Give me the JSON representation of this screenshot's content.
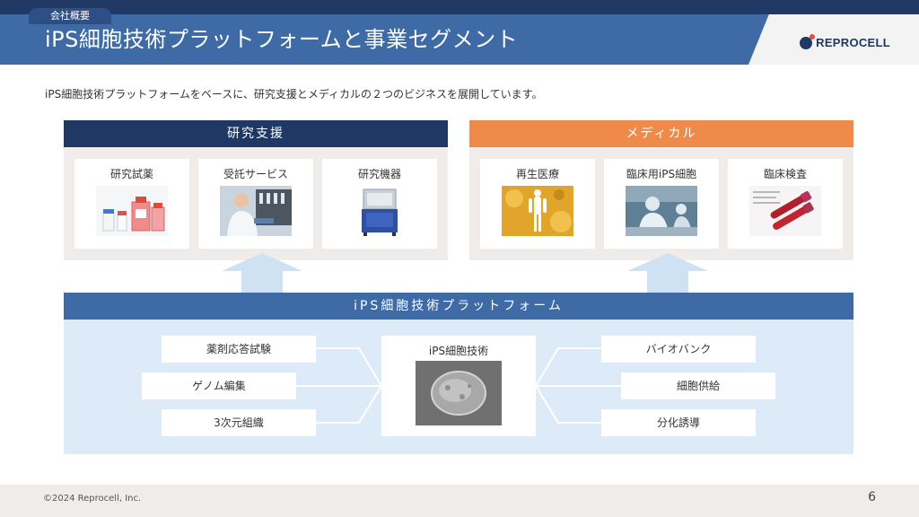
{
  "header": {
    "breadcrumb": "会社概要",
    "title": "iPS細胞技術プラットフォームと事業セグメント",
    "logo_text": "REPROCELL"
  },
  "intro": "iPS細胞技術プラットフォームをベースに、研究支援とメディカルの２つのビジネスを展開しています。",
  "research": {
    "title": "研究支援",
    "color": "#1f3864",
    "cards": [
      {
        "label": "研究試薬",
        "icon": "reagent-bottles"
      },
      {
        "label": "受託サービス",
        "icon": "lab-scientist"
      },
      {
        "label": "研究機器",
        "icon": "lab-instrument"
      }
    ]
  },
  "medical": {
    "title": "メディカル",
    "color": "#f08a4b",
    "cards": [
      {
        "label": "再生医療",
        "icon": "regenerative-body"
      },
      {
        "label": "臨床用iPS細胞",
        "icon": "clean-room"
      },
      {
        "label": "臨床検査",
        "icon": "blood-tubes"
      }
    ]
  },
  "platform": {
    "title": "iPS細胞技術プラットフォーム",
    "core_label": "iPS細胞技術",
    "left_items": [
      "薬剤応答試験",
      "ゲノム編集",
      "3次元組織"
    ],
    "right_items": [
      "バイオバンク",
      "細胞供給",
      "分化誘導"
    ]
  },
  "footer": {
    "copyright": "©2024 Reprocell, Inc.",
    "page_number": "6"
  }
}
